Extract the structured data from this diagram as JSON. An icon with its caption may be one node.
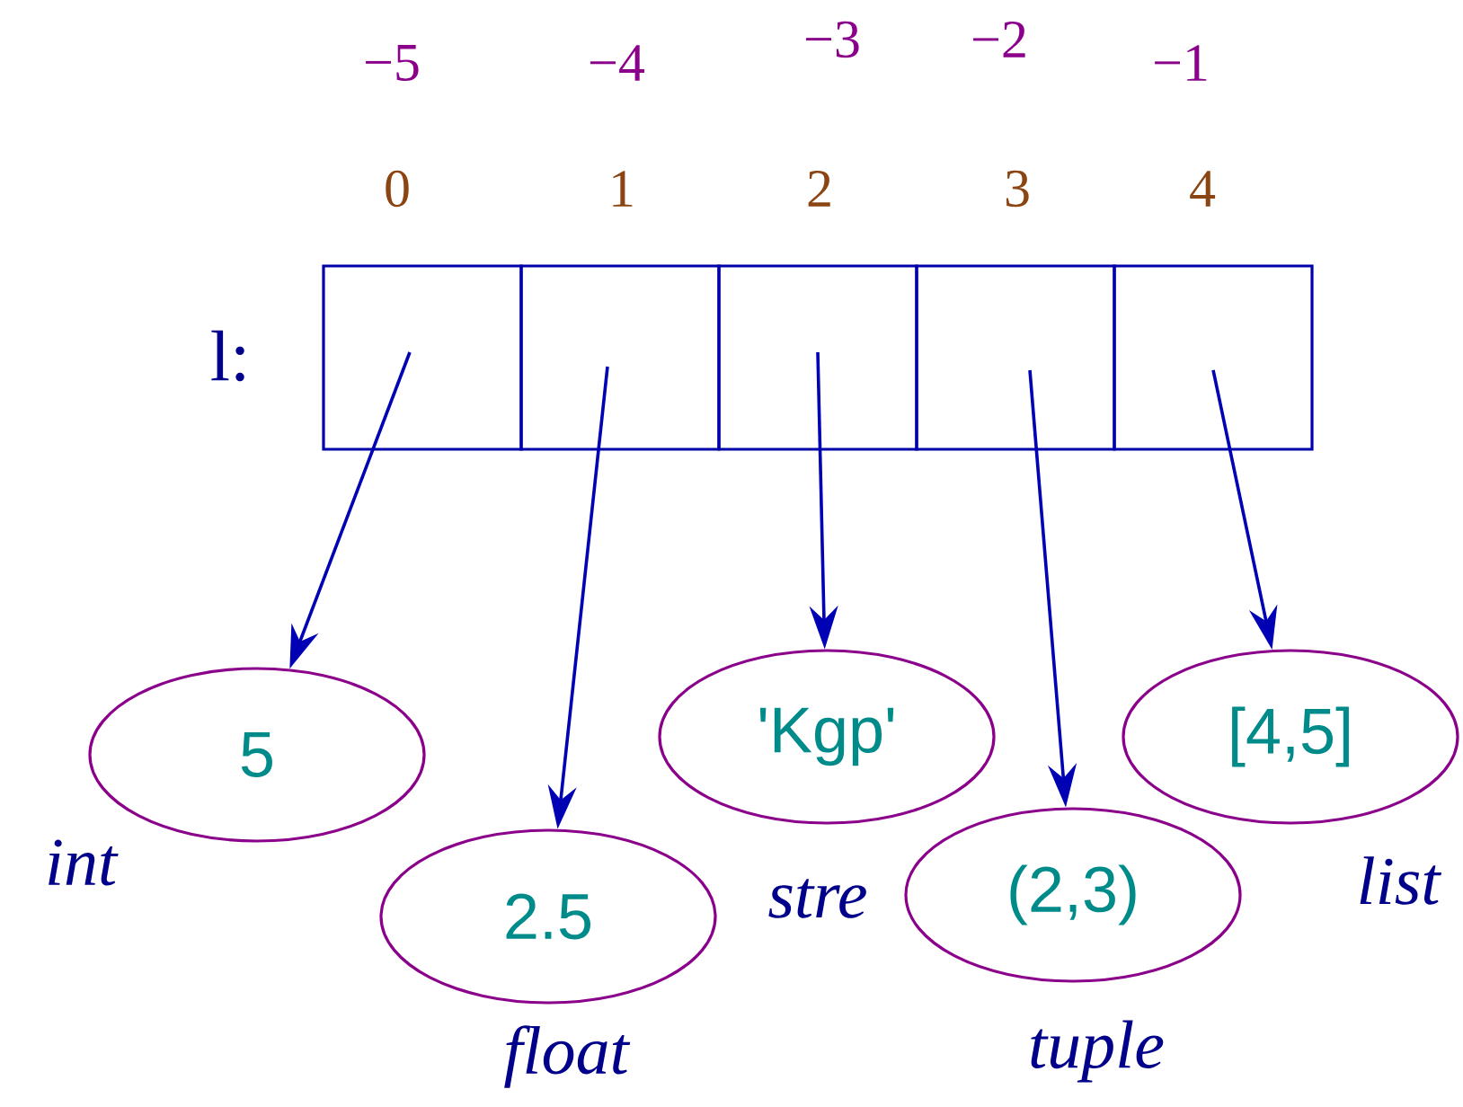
{
  "diagram": {
    "nodes": [
      {
        "text": [],
        "shape": "box"
      },
      {
        "text": [],
        "shape": "box"
      },
      {
        "text": [],
        "shape": "box"
      },
      {
        "text": [],
        "shape": "box"
      },
      {
        "text": [],
        "shape": "box"
      },
      {
        "text": [
          "5"
        ],
        "beside": [
          "int"
        ]
      },
      {
        "text": [
          "2.5"
        ],
        "beside": [
          "float"
        ]
      },
      {
        "text": [
          "'Kgp'"
        ],
        "beside": [
          "stre"
        ]
      },
      {
        "text": [
          "(2,3)"
        ],
        "beside": [
          "tuple"
        ]
      },
      {
        "text": [
          "[4,5]"
        ],
        "beside": [
          "list"
        ]
      }
    ],
    "edges": [
      {
        "from": 0,
        "to": 5,
        "arrow": "to"
      },
      {
        "from": 1,
        "to": 6,
        "arrow": "to"
      },
      {
        "from": 2,
        "to": 7,
        "arrow": "to"
      },
      {
        "from": 3,
        "to": 8,
        "arrow": "to"
      },
      {
        "from": 4,
        "to": 9,
        "arrow": "to"
      }
    ],
    "labels": [
      "−5",
      "−4",
      "−3",
      "−2",
      "−1",
      "0",
      "1",
      "2",
      "3",
      "4",
      "l:"
    ]
  }
}
